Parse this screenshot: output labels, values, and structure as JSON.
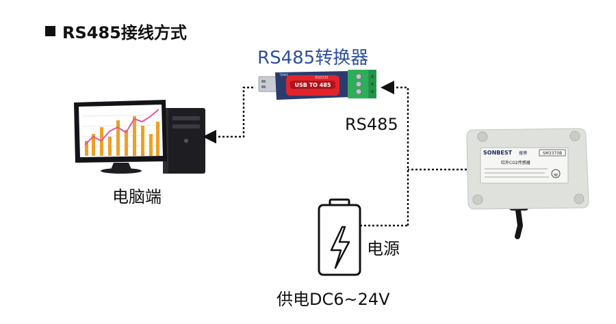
{
  "title": "RS485接线方式",
  "converter": {
    "label": "RS485转换器",
    "usb_text": "USB TO 485",
    "model_text": "RS0235",
    "brand_text": "TENKE"
  },
  "computer": {
    "label": "电脑端"
  },
  "bus": {
    "label": "RS485"
  },
  "power": {
    "label": "电源",
    "supply_label": "供电DC6~24V"
  },
  "sensor": {
    "brand": "SONBEST",
    "brand_cn": "搜博",
    "model": "SM3370B",
    "name": "红外CO2传感器"
  },
  "colors": {
    "converter_label": "#2f4f9b",
    "converter_body": "#2c3b6e",
    "converter_red": "#e0242c",
    "terminal_green": "#2fae5a",
    "chart_orange": "#f0a020",
    "chart_pink": "#e055a8"
  }
}
